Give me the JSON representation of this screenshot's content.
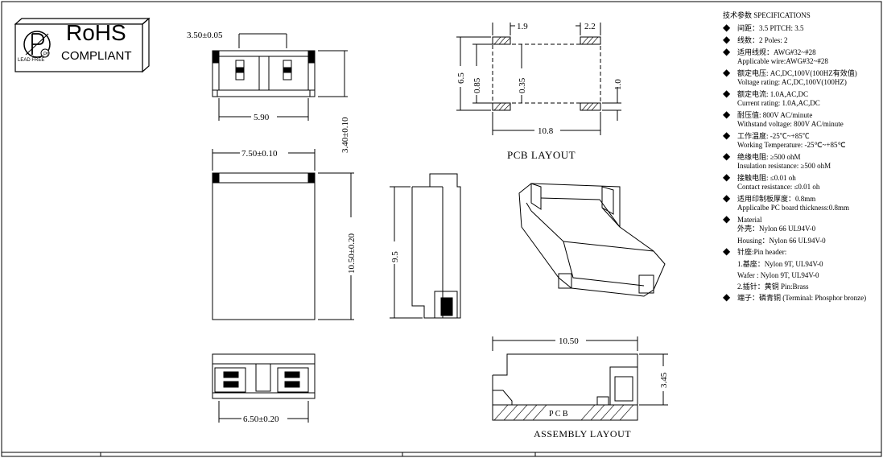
{
  "badge": {
    "rohs": "RoHS",
    "compliant": "COMPLIANT",
    "lead_free": "LEAD FREE",
    "pb": "Pb"
  },
  "dims": {
    "d350": "3.50±0.05",
    "d590": "5.90",
    "d340": "3.40±0.10",
    "d750": "7.50±0.10",
    "d1050v": "10.50±0.20",
    "d95": "9.5",
    "d650": "6.50±0.20",
    "pcb_19": "1.9",
    "pcb_22": "2.2",
    "pcb_65": "6.5",
    "pcb_085": "0.85",
    "pcb_035": "0.35",
    "pcb_10": "1.0",
    "pcb_108": "10.8",
    "asm_1050": "10.50",
    "asm_345": "3.45",
    "asm_pcb": "P C B"
  },
  "captions": {
    "pcb_layout": "PCB  LAYOUT",
    "assembly_layout": "ASSEMBLY LAYOUT"
  },
  "specs": {
    "header": "技术参数   SPECIFICATIONS",
    "items": [
      {
        "cn": "间距：3.5     PITCH: 3.5",
        "en": ""
      },
      {
        "cn": "线数：2     Poles: 2",
        "en": ""
      },
      {
        "cn": "适用线规：AWG#32~#28",
        "en": "Applicable wire:AWG#32~#28"
      },
      {
        "cn": "额定电压: AC,DC,100V(100HZ有效值)",
        "en": "Voltage rating: AC,DC,100V(100HZ)"
      },
      {
        "cn": "额定电流: 1.0A,AC,DC",
        "en": "Current rating: 1.0A,AC,DC"
      },
      {
        "cn": "耐压值: 800V AC/minute",
        "en": "Withstand voltage: 800V AC/minute"
      },
      {
        "cn": "工作温度: -25℃~+85℃",
        "en": "Working Temperature: -25℃~+85℃"
      },
      {
        "cn": "绝缘电阻: ≥500 ohM",
        "en": "Insulation resistance: ≥500 ohM"
      },
      {
        "cn": "接触电阻: ≤0.01 oh",
        "en": "Contact resistance: ≤0.01 oh"
      },
      {
        "cn": "适用印制板厚度：0.8mm",
        "en": "Applicalbe PC board thickness:0.8mm"
      },
      {
        "cn": "Material",
        "en": "外壳：Nylon 66  UL94V-0"
      }
    ],
    "housing": "Housing：Nylon 66 UL94V-0",
    "pin_header": "针座:Pin header:",
    "wafer_cn": "1.基座：Nylon 9T, UL94V-0",
    "wafer_en": "Wafer : Nylon 9T, UL94V-0",
    "pin": "2.插针：黄铜 Pin:Brass",
    "terminal": "端子：磷青铜  (Terminal: Phosphor bronze)"
  }
}
